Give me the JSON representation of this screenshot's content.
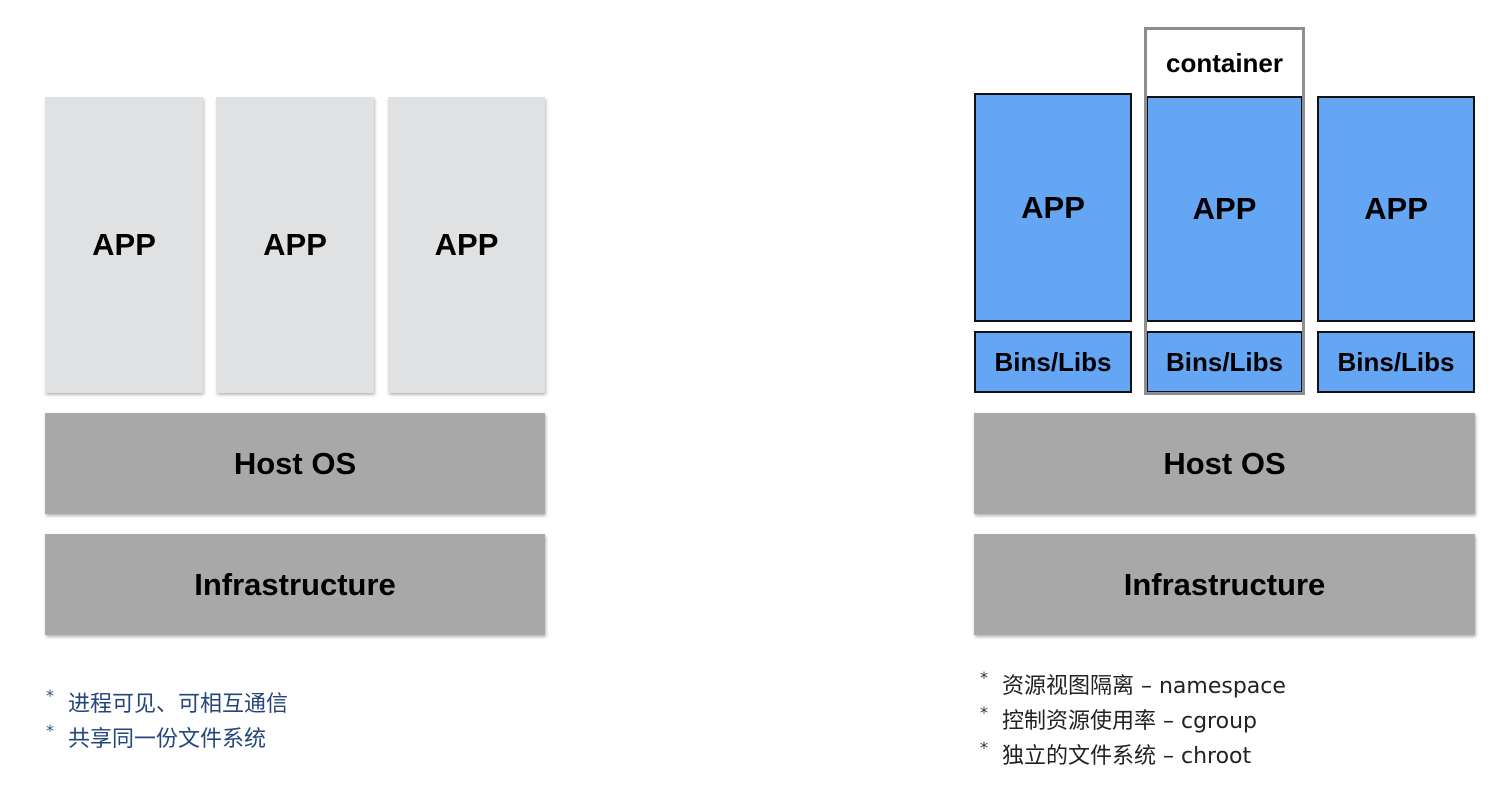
{
  "left": {
    "apps": [
      "APP",
      "APP",
      "APP"
    ],
    "host_os": "Host OS",
    "infrastructure": "Infrastructure",
    "notes": [
      "进程可见、可相互通信",
      "共享同一份文件系统"
    ]
  },
  "right": {
    "container_label": "container",
    "apps": [
      "APP",
      "APP",
      "APP"
    ],
    "bins_libs": [
      "Bins/Libs",
      "Bins/Libs",
      "Bins/Libs"
    ],
    "host_os": "Host OS",
    "infrastructure": "Infrastructure",
    "notes": [
      "资源视图隔离 – namespace",
      "控制资源使用率 – cgroup",
      "独立的文件系统 – chroot"
    ]
  },
  "bullet": "*",
  "colors": {
    "grey_app": "#e0e1e2",
    "grey_layer": "#a7a8a7",
    "blue_box": "#64a5f4",
    "container_border": "#8d8e92",
    "left_note_text": "#24467a"
  }
}
